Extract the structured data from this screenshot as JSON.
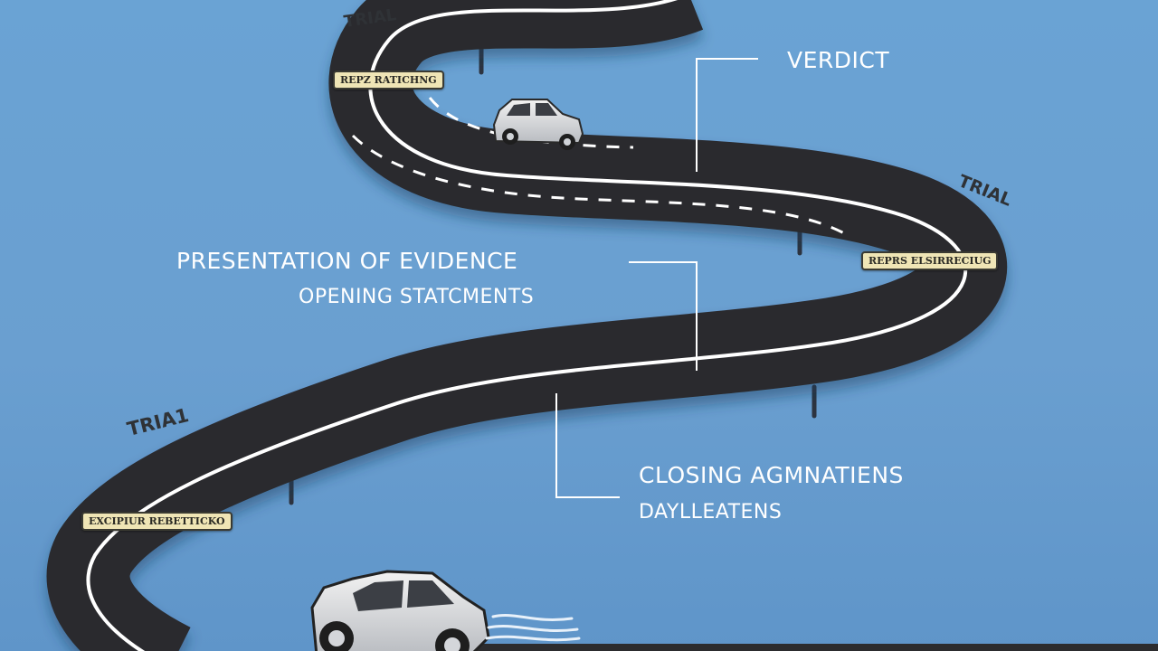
{
  "labels": {
    "verdict": "VERDICT",
    "presentation_of_evidence": "PRESENTATION OF EVIDENCE",
    "opening_statements": "OPENING STATCMENTS",
    "closing_arguments": "CLOSING AGMNATIENS",
    "deliberations": "DAYLLEATENS"
  },
  "road_titles": {
    "top": "TRIAL",
    "right": "TRIAL",
    "left": "TRIA1"
  },
  "signs": {
    "top": "REPZ RATICHNG",
    "right": "REPRS ELSIRRECIUG",
    "left": "EXCIPIUR REBETTICKO"
  },
  "colors": {
    "sky": "#6aa0d0",
    "road": "#2c2c2e",
    "lane_marking": "#ffffff",
    "sign_plate": "#efe5b5",
    "connector_line": "#ffffff"
  }
}
